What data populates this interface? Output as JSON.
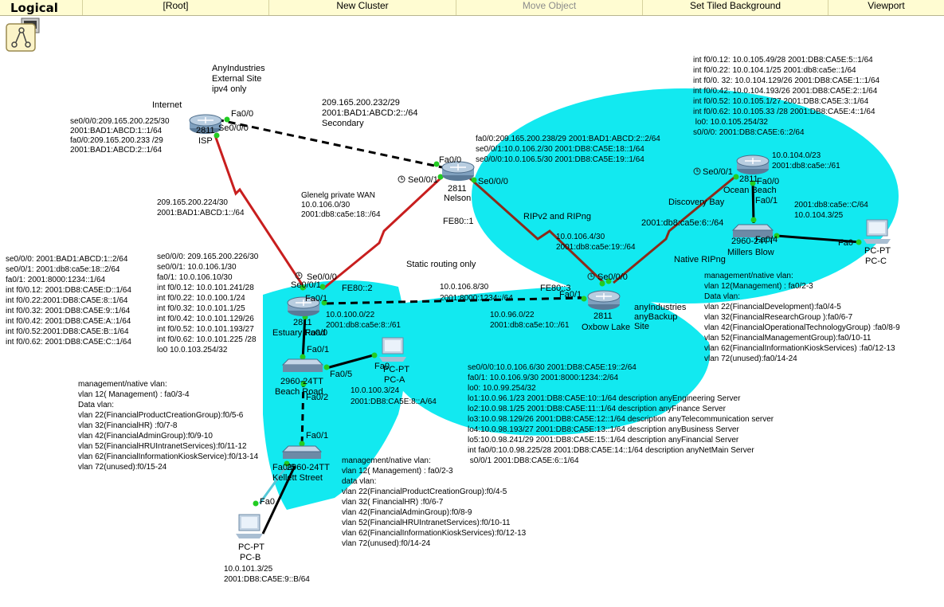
{
  "toolbar": {
    "mode_title": "Logical",
    "buttons": [
      {
        "label": "[Root]",
        "enabled": true
      },
      {
        "label": "New Cluster",
        "enabled": true
      },
      {
        "label": "Move Object",
        "enabled": false
      },
      {
        "label": "Set Tiled Background",
        "enabled": true
      },
      {
        "label": "Viewport",
        "enabled": true
      }
    ]
  },
  "colors": {
    "toolbar_bg": "#fffcd2",
    "area_fill": "#12e9f0",
    "serial_link": "#c81e1e",
    "wan_link": "#8b2b1a",
    "ethernet_link": "#000000",
    "link_up": "#22cc22",
    "console_link": "#55c8d8"
  },
  "devices": {
    "isp": {
      "type": "router",
      "model": "2811",
      "name": "ISP",
      "caption": "Internet"
    },
    "nelson": {
      "type": "router",
      "model": "2811",
      "name": "Nelson"
    },
    "estuary": {
      "type": "router",
      "model": "2811",
      "name": "Estuary Road"
    },
    "oxbow": {
      "type": "router",
      "model": "2811",
      "name": "Oxbow Lake"
    },
    "ocean": {
      "type": "router",
      "model": "2811",
      "name": "Ocean Beach"
    },
    "beach_road": {
      "type": "switch",
      "model": "2960-24TT",
      "name": "Beach Road"
    },
    "kellett": {
      "type": "switch",
      "model": "2960-24TT",
      "name": "Kellett Street"
    },
    "millers": {
      "type": "switch",
      "model": "2960-24TT",
      "name": "Millers Blow"
    },
    "pc_a": {
      "type": "pc",
      "model": "PC-PT",
      "name": "PC-A"
    },
    "pc_b": {
      "type": "pc",
      "model": "PC-PT",
      "name": "PC-B"
    },
    "pc_c": {
      "type": "pc",
      "model": "PC-PT",
      "name": "PC-C"
    }
  },
  "port_labels": {
    "isp_fa00": "Fa0/0",
    "isp_se000": "Se0/0/0",
    "nelson_fa00": "Fa0/0",
    "nelson_se001": "Se0/0/1",
    "nelson_se000": "Se0/0/0",
    "estuary_se000": "Se0/0/0",
    "estuary_se001": "Se0/0/1",
    "estuary_fa01": "Fa0/1",
    "estuary_fa00": "Fa0/0",
    "beach_fa01": "Fa0/1",
    "beach_fa05": "Fa0/5",
    "beach_fa02": "Fa0/2",
    "kellett_fa01": "Fa0/1",
    "kellett_fa06": "Fa0/6",
    "pca_fa0": "Fa0",
    "pcb_fa0": "Fa0",
    "pcc_fa0": "Fa0",
    "oxbow_fa01": "Fa0/1",
    "oxbow_se000": "Se0/0/0",
    "ocean_se001": "Se0/0/1",
    "ocean_fa00": "Fa0/0",
    "millers_fa01": "Fa0/1",
    "millers_fa04": "Fa0/4",
    "fe80_1": "FE80::1",
    "fe80_2": "FE80::2",
    "fe80_3": "FE80::3"
  },
  "labels": {
    "anyindustries_ext": [
      "AnyIndustries",
      "External Site",
      "ipv4 only"
    ],
    "secondary_link": [
      "209.165.200.232/29",
      "2001:BAD1:ABCD:2::/64",
      "Secondary"
    ],
    "isp_notes": [
      "se0/0/0:209.165.200.225/30",
      "2001:BAD1:ABCD:1::1/64",
      "fa0/0:209.165.200.233 /29",
      "2001:BAD1:ABCD:2::1/64"
    ],
    "isp_estuary_link": [
      "209.165.200.224/30",
      "2001:BAD1:ABCD:1::/64"
    ],
    "glenelg": [
      "Glenelg private WAN",
      "10.0.106.0/30",
      "2001:db8:ca5e:18::/64"
    ],
    "static_routing": "Static routing only",
    "nelson_notes": [
      "fa0/0:209.165.200.238/29 2001:BAD1:ABCD:2::2/64",
      "se0/0/1:10.0.106.2/30 2001:DB8:CA5E:18::1/64",
      "se0/0/0:10.0.106.5/30 2001:DB8:CA5E:19::1/64"
    ],
    "ripv2": "RIPv2 and RIPng",
    "nelson_oxbow_link": [
      "10.0.106.4/30",
      "2001:db8:ca5e:19::/64"
    ],
    "ocean_vlan_notes": [
      "int f0/0.12:  10.0.105.49/28 2001:DB8:CA5E:5::1/64",
      "int f0/0.22: 10.0.104.1/25 2001:db8:ca5e::1/64",
      "int f0/0. 32: 10.0.104.129/26 2001:DB8:CA5E:1::1/64",
      "int f0/0.42: 10.0.104.193/26 2001:DB8:CA5E:2::1/64",
      "int f0/0.52: 10.0.105.1/27  2001:DB8:CA5E:3::1/64",
      "int f0/0.62: 10.0.105.33 /28 2001:DB8:CA5E:4::1/64",
      " lo0: 10.0.105.254/32",
      "s0/0/0: 2001:DB8:CA5E:6::2/64"
    ],
    "ocean_lan": [
      "10.0.104.0/23",
      "2001:db8:ca5e::/61"
    ],
    "discovery_bay": "Discovery Bay",
    "oxbow_ocean_link": "2001:db8:ca5e:6::/64",
    "native_ripng": "Native RIPng",
    "pcc_addr": [
      "2001:db8:ca5e::C/64",
      "10.0.104.3/25"
    ],
    "millers_vlans": [
      "management/native vlan:",
      "vlan 12(Management) : fa0/2-3",
      "Data vlan:",
      "vlan 22(FinancialDevelopment):fa0/4-5",
      "vlan 32(FinancialResearchGroup ):fa0/6-7",
      "vlan 42(FinancialOperationalTechnologyGroup) :fa0/8-9",
      "vlan 52(FinancialManagementGroup):fa0/10-11",
      "vlan 62(FinancialInformationKioskServices) :fa0/12-13",
      "vlan 72(unused):fa0/14-24"
    ],
    "anyindustries_backup": [
      "anyIndustries",
      "anyBackup",
      "Site"
    ],
    "estuary_oxbow_link": [
      "10.0.106.8/30",
      "2001:8000:1234::/64"
    ],
    "oxbow_lan": [
      "10.0.96.0/22",
      "2001:db8:ca5e:10::/61"
    ],
    "estuary_lan": [
      "10.0.100.0/22",
      "2001:db8:ca5e:8::/61"
    ],
    "estuary_notes_left": [
      "se0/0/0: 2001:BAD1:ABCD:1::2/64",
      "se0/0/1: 2001:db8:ca5e:18::2/64",
      "fa0/1: 2001:8000:1234::1/64",
      "int f0/0.12: 2001:DB8:CA5E:D::1/64",
      "int f0/0.22:2001:DB8:CA5E:8::1/64",
      "int f0/0.32: 2001:DB8:CA5E:9::1/64",
      "int f0/0.42: 2001:DB8:CA5E:A::1/64",
      "int f0/0.52:2001:DB8:CA5E:B::1/64",
      "int f0/0.62: 2001:DB8:CA5E:C::1/64"
    ],
    "estuary_notes_right": [
      "se0/0/0: 209.165.200.226/30",
      "se0/0/1: 10.0.106.1/30",
      "fa0/1: 10.0.106.10/30",
      "int f0/0.12: 10.0.101.241/28",
      "int f0/0.22: 10.0.100.1/24",
      "int f0/0.32: 10.0.101.1/25",
      "int f0/0.42: 10.0.101.129/26",
      "int f0/0.52: 10.0.101.193/27",
      "int f0/0.62: 10.0.101.225 /28",
      "lo0 10.0.103.254/32"
    ],
    "pca_addr": [
      "10.0.100.3/24",
      "2001:DB8:CA5E:8::A/64"
    ],
    "beach_vlans": [
      "management/native vlan:",
      "vlan 12( Management) : fa0/3-4",
      "Data vlan:",
      "vlan 22(FinancialProductCreationGroup):f0/5-6",
      "vlan 32(FinancialHR) :f0/7-8",
      "vlan 42(FinancialAdminGroup):f0/9-10",
      "vlan 52(FinancialHRUIntranetServices):f0/11-12",
      "vlan 62(FinancialInformationKioskService):f0/13-14",
      "vlan 72(unused):f0/15-24"
    ],
    "oxbow_notes": [
      "se0/0/0:10.0.106.6/30        2001:DB8:CA5E:19::2/64",
      "fa0/1: 10.0.106.9/30 2001:8000:1234::2/64",
      "lo0:  10.0.99.254/32",
      "lo1:10.0.96.1/23 2001:DB8:CA5E:10::1/64 description anyEngineering Server",
      "lo2:10.0.98.1/25 2001:DB8:CA5E:11::1/64 description anyFinance Server",
      "lo3:10.0.98.129/26 2001:DB8:CA5E:12::1/64 description anyTelecommunication server",
      "lo4:10.0.98.193/27 2001:DB8:CA5E:13::1/64 description anyBusiness Server",
      "lo5:10.0.98.241/29 2001:DB8:CA5E:15::1/64 description anyFinancial Server",
      "int fa0/0:10.0.98.225/28 2001:DB8:CA5E:14::1/64 description anyNetMain Server",
      " s0/0/1  2001:DB8:CA5E:6::1/64"
    ],
    "kellett_vlans": [
      "management/native vlan:",
      "vlan 12( Management) : fa0/2-3",
      "data vlan:",
      "vlan 22(FinancialProductCreationGroup):f0/4-5",
      "vlan 32( FinancialHR) :f0/6-7",
      "vlan 42(FinancialAdminGroup):f0/8-9",
      "vlan 52(FinancialHRUIntranetServices):f0/10-11",
      "vlan 62(FinancialInformationKioskServices):f0/12-13",
      "vlan 72(unused):f0/14-24"
    ],
    "pcb_addr": [
      "10.0.101.3/25",
      "2001:DB8:CA5E:9::B/64"
    ]
  }
}
